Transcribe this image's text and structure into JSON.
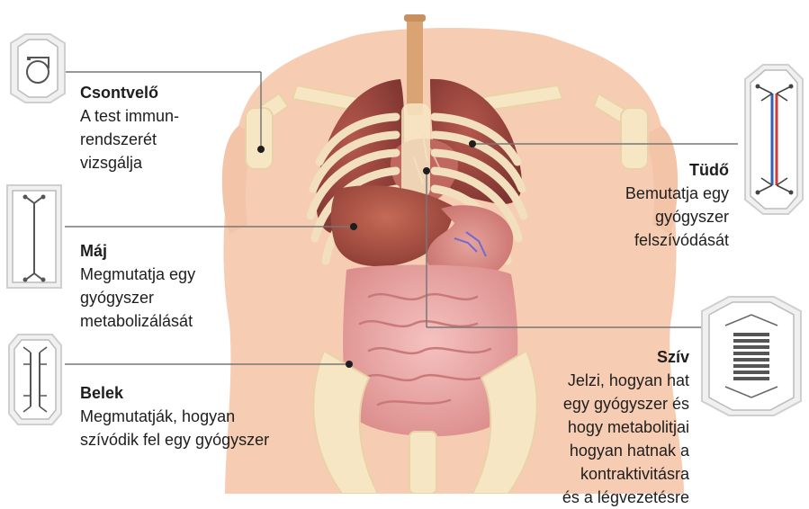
{
  "organs": {
    "bone_marrow": {
      "title": "Csontvelő",
      "desc": "A test immun-\nrendszerét\nvizsgálja",
      "chip_icon": "bone-marrow-chip-icon"
    },
    "liver": {
      "title": "Máj",
      "desc": "Megmutatja egy\ngyógyszer\nmetabolizálását",
      "chip_icon": "liver-chip-icon"
    },
    "intestine": {
      "title": "Belek",
      "desc": "Megmutatják, hogyan\nszívódik fel egy gyógyszer",
      "chip_icon": "intestine-chip-icon"
    },
    "lung": {
      "title": "Tüdő",
      "desc": "Bemutatja egy\ngyógyszer\nfelszívódását",
      "chip_icon": "lung-chip-icon"
    },
    "heart": {
      "title": "Szív",
      "desc": "Jelzi, hogyan hat\negy gyógyszer és\nhogy metabolitjai\nhogyan hatnak a\nkontraktivitásra\nés a légvezetésre",
      "chip_icon": "heart-chip-icon"
    }
  },
  "colors": {
    "skin": "#f6cdb3",
    "bone": "#f7e6c4",
    "organ_dark": "#8f3f38",
    "intestine": "#efb0ae",
    "leader_line": "#777777",
    "chip_frame": "#cfcfcf"
  }
}
